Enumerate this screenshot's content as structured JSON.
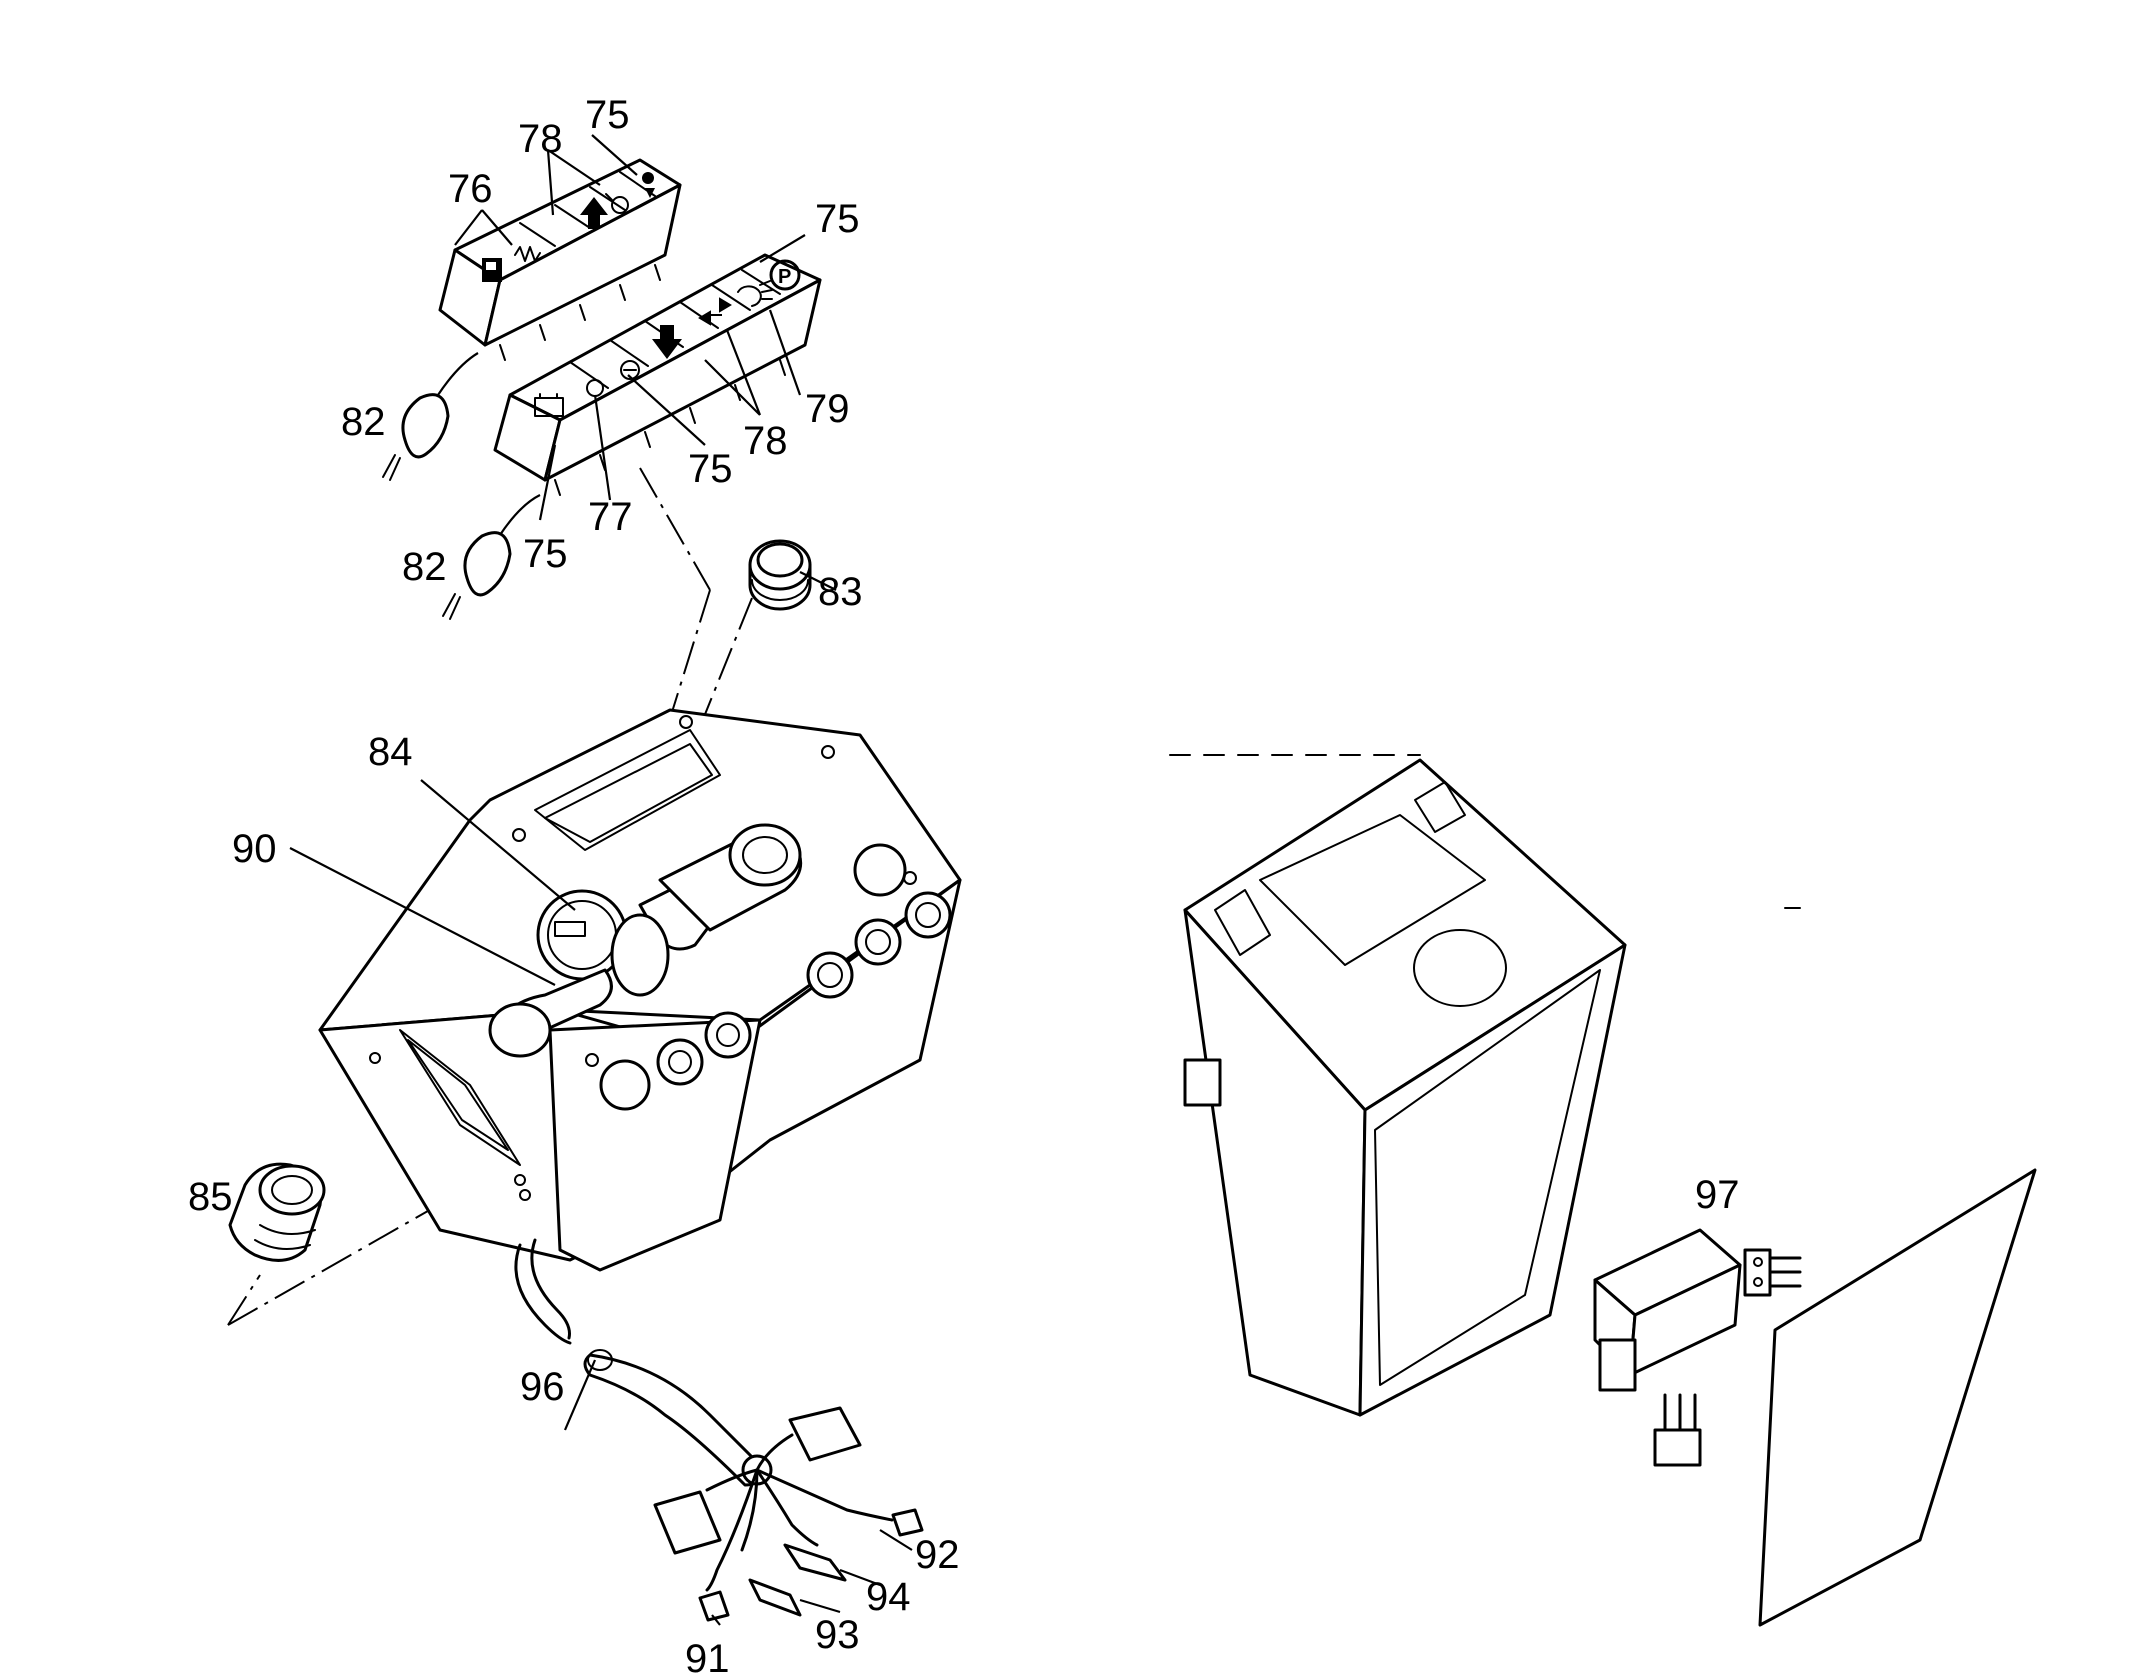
{
  "callouts": {
    "c75a": "75",
    "c78a": "78",
    "c76": "76",
    "c75b": "75",
    "c82a": "82",
    "c79": "79",
    "c78b": "78",
    "c75c": "75",
    "c77": "77",
    "c75d": "75",
    "c82b": "82",
    "c83": "83",
    "c84": "84",
    "c90": "90",
    "c85": "85",
    "c96": "96",
    "c92": "92",
    "c94": "94",
    "c93": "93",
    "c91": "91",
    "c97": "97"
  },
  "icons": [
    "fuel-pump-icon",
    "heater-coil-icon",
    "arrow-up-icon",
    "oil-can-icon",
    "hydraulic-down-icon",
    "battery-icon",
    "warning-lamp-icon",
    "brake-icon",
    "arrow-down-icon",
    "turn-signal-icon",
    "headlight-icon",
    "parking-brake-icon"
  ]
}
